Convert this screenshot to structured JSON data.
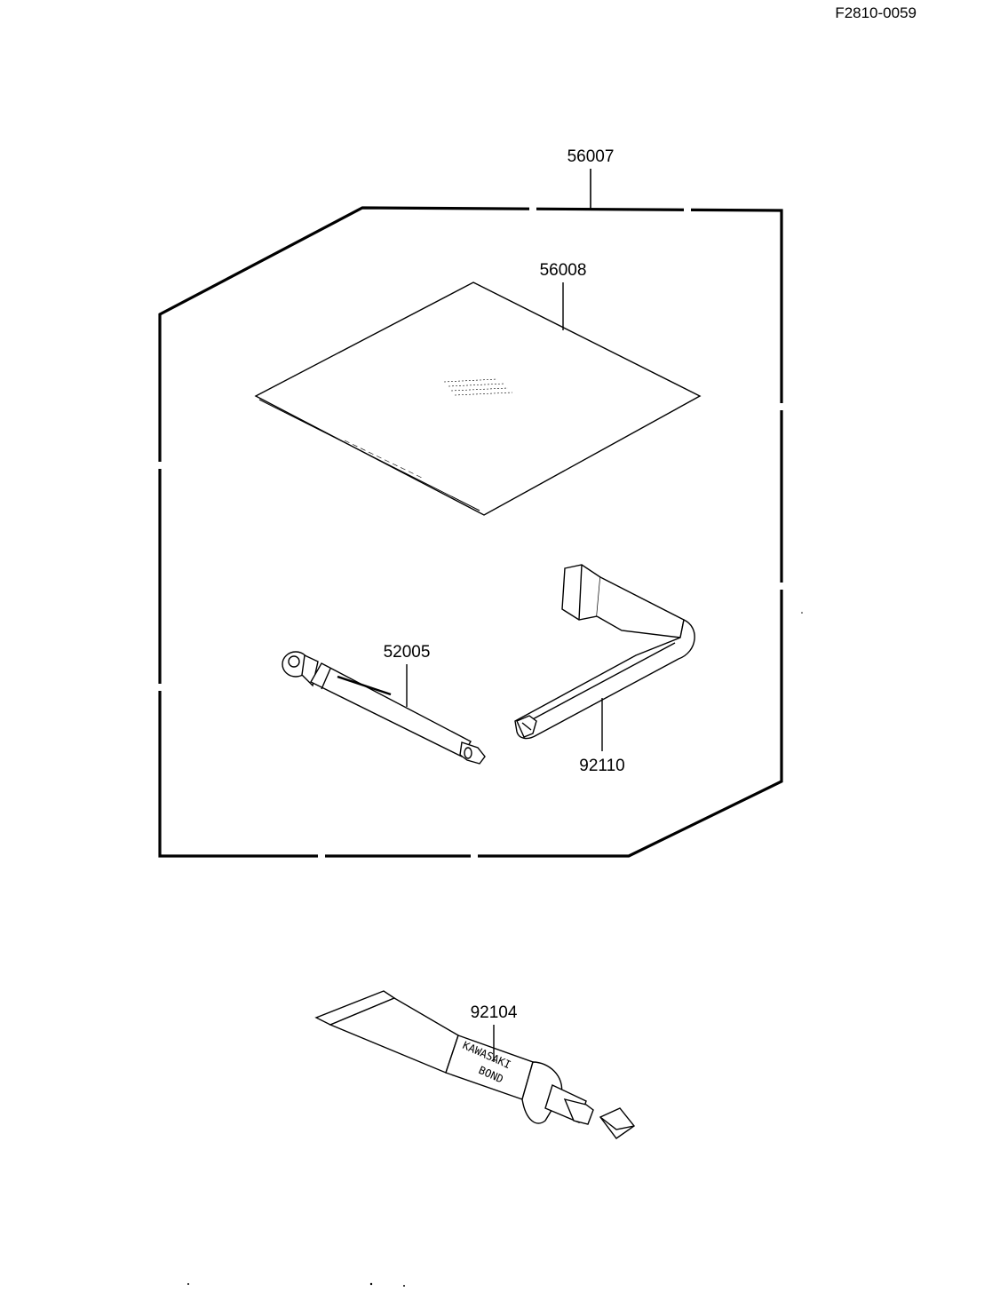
{
  "figure_id": "F2810-0059",
  "parts": {
    "tool_kit": {
      "number": "56007"
    },
    "tool_bag": {
      "number": "56008"
    },
    "spark_plug_wrench_bar": {
      "number": "52005"
    },
    "spark_plug_wrench": {
      "number": "92110"
    },
    "bond_tube": {
      "number": "92104",
      "label_line1": "KAWASAKI",
      "label_line2": "BOND"
    }
  },
  "colors": {
    "ink": "#000000",
    "paper": "#ffffff"
  },
  "icons": {
    "tool_bag": "envelope-sheet-icon",
    "spark_plug_wrench_bar": "tommy-bar-icon",
    "spark_plug_wrench": "box-wrench-icon",
    "bond_tube": "sealant-tube-icon"
  }
}
